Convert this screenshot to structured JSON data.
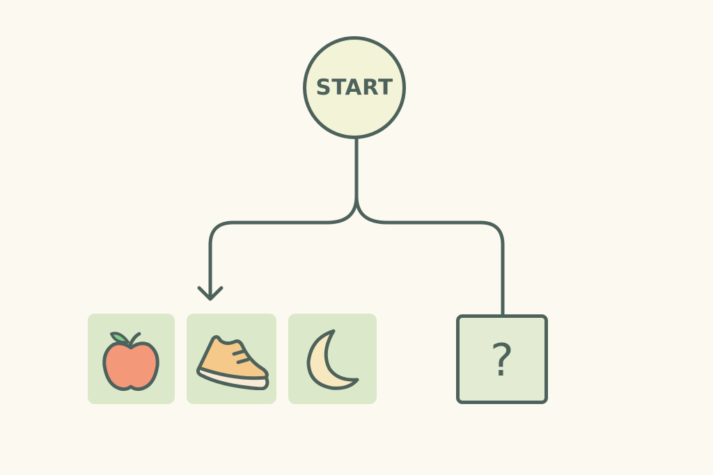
{
  "diagram": {
    "type": "flowchart",
    "start_node": {
      "label": "START",
      "shape": "circle"
    },
    "branches": [
      {
        "target": "options-group",
        "connector": "arrow"
      },
      {
        "target": "unknown-node",
        "connector": "line"
      }
    ],
    "options": [
      {
        "icon": "apple-icon",
        "meaning": "food"
      },
      {
        "icon": "sneaker-icon",
        "meaning": "exercise"
      },
      {
        "icon": "moon-icon",
        "meaning": "sleep"
      }
    ],
    "unknown_node": {
      "label": "?",
      "shape": "square"
    }
  },
  "colors": {
    "background": "#fcf9f0",
    "stroke": "#4e625c",
    "start_fill": "#f3f3d8",
    "tile_fill": "#dbe8c9",
    "question_fill": "#e3ebd3",
    "apple": "#f4987a",
    "leaf": "#7fcf8a",
    "shoe": "#f5c98a",
    "moon": "#f8e8bf"
  }
}
